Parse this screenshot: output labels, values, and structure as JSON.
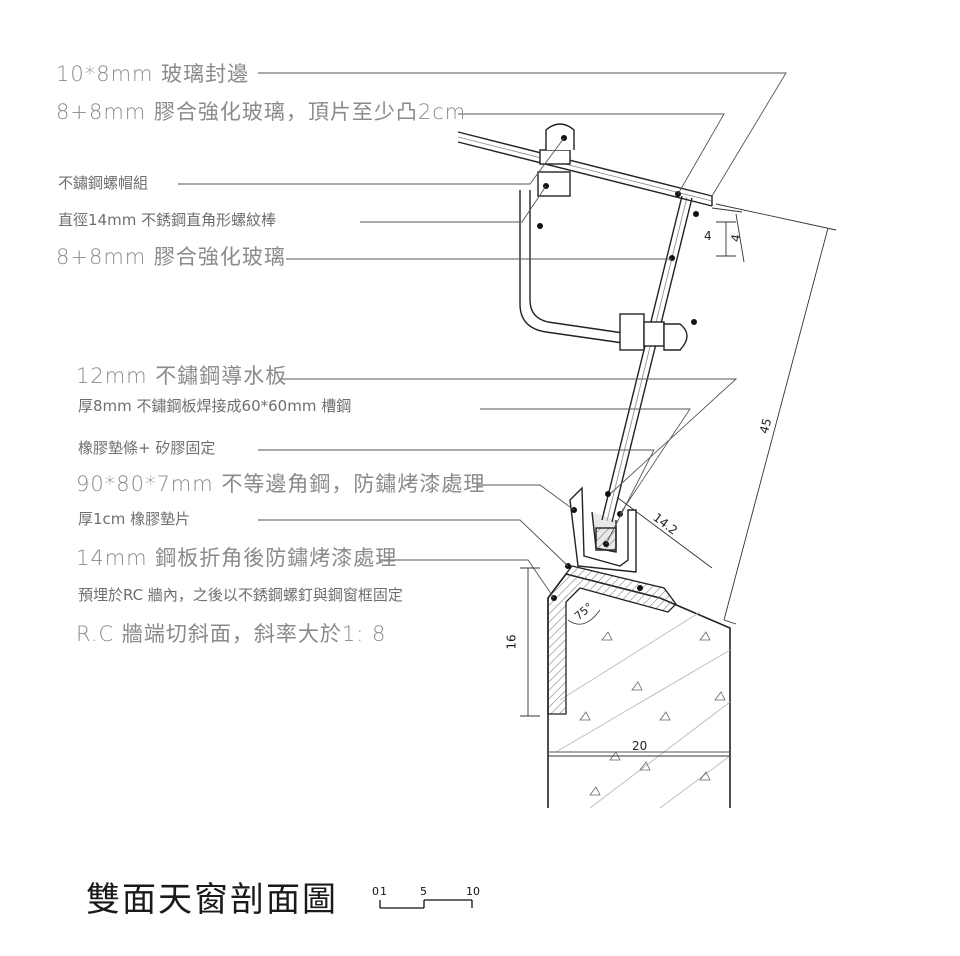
{
  "callouts": [
    {
      "id": "glass-edge-seal",
      "text": "10*8mm 玻璃封邊"
    },
    {
      "id": "laminated-glass-top",
      "text": "8+8mm 膠合強化玻璃，頂片至少凸2cm"
    },
    {
      "id": "stainless-nut-cap",
      "text": "不鏽鋼螺帽組"
    },
    {
      "id": "threaded-rod",
      "text": "直徑14mm 不銹鋼直角形螺紋棒"
    },
    {
      "id": "laminated-glass",
      "text": "8+8mm 膠合強化玻璃"
    },
    {
      "id": "drain-plate",
      "text": "12mm 不鏽鋼導水板"
    },
    {
      "id": "channel-steel",
      "text": "厚8mm 不鏽鋼板焊接成60*60mm 槽鋼"
    },
    {
      "id": "rubber-strip",
      "text": "橡膠墊條+ 矽膠固定"
    },
    {
      "id": "angle-steel",
      "text": "90*80*7mm 不等邊角鋼，防鏽烤漆處理"
    },
    {
      "id": "rubber-pad",
      "text": "厚1cm 橡膠墊片"
    },
    {
      "id": "bent-plate",
      "text": "14mm 鋼板折角後防鏽烤漆處理"
    },
    {
      "id": "embedded-note",
      "text": "預埋於RC 牆內，之後以不銹鋼螺釘與鋼窗框固定"
    },
    {
      "id": "wall-slope",
      "text": "R.C 牆端切斜面，斜率大於1: 8"
    }
  ],
  "dimensions": {
    "d4a": "4",
    "d4b": "4",
    "d45": "45",
    "d142": "14.2",
    "d16": "16",
    "d20": "20",
    "angle": "75°"
  },
  "title": "雙面天窗剖面圖",
  "scale_bar": {
    "l0": "0",
    "l1": "1",
    "l5": "5",
    "l10": "10"
  }
}
